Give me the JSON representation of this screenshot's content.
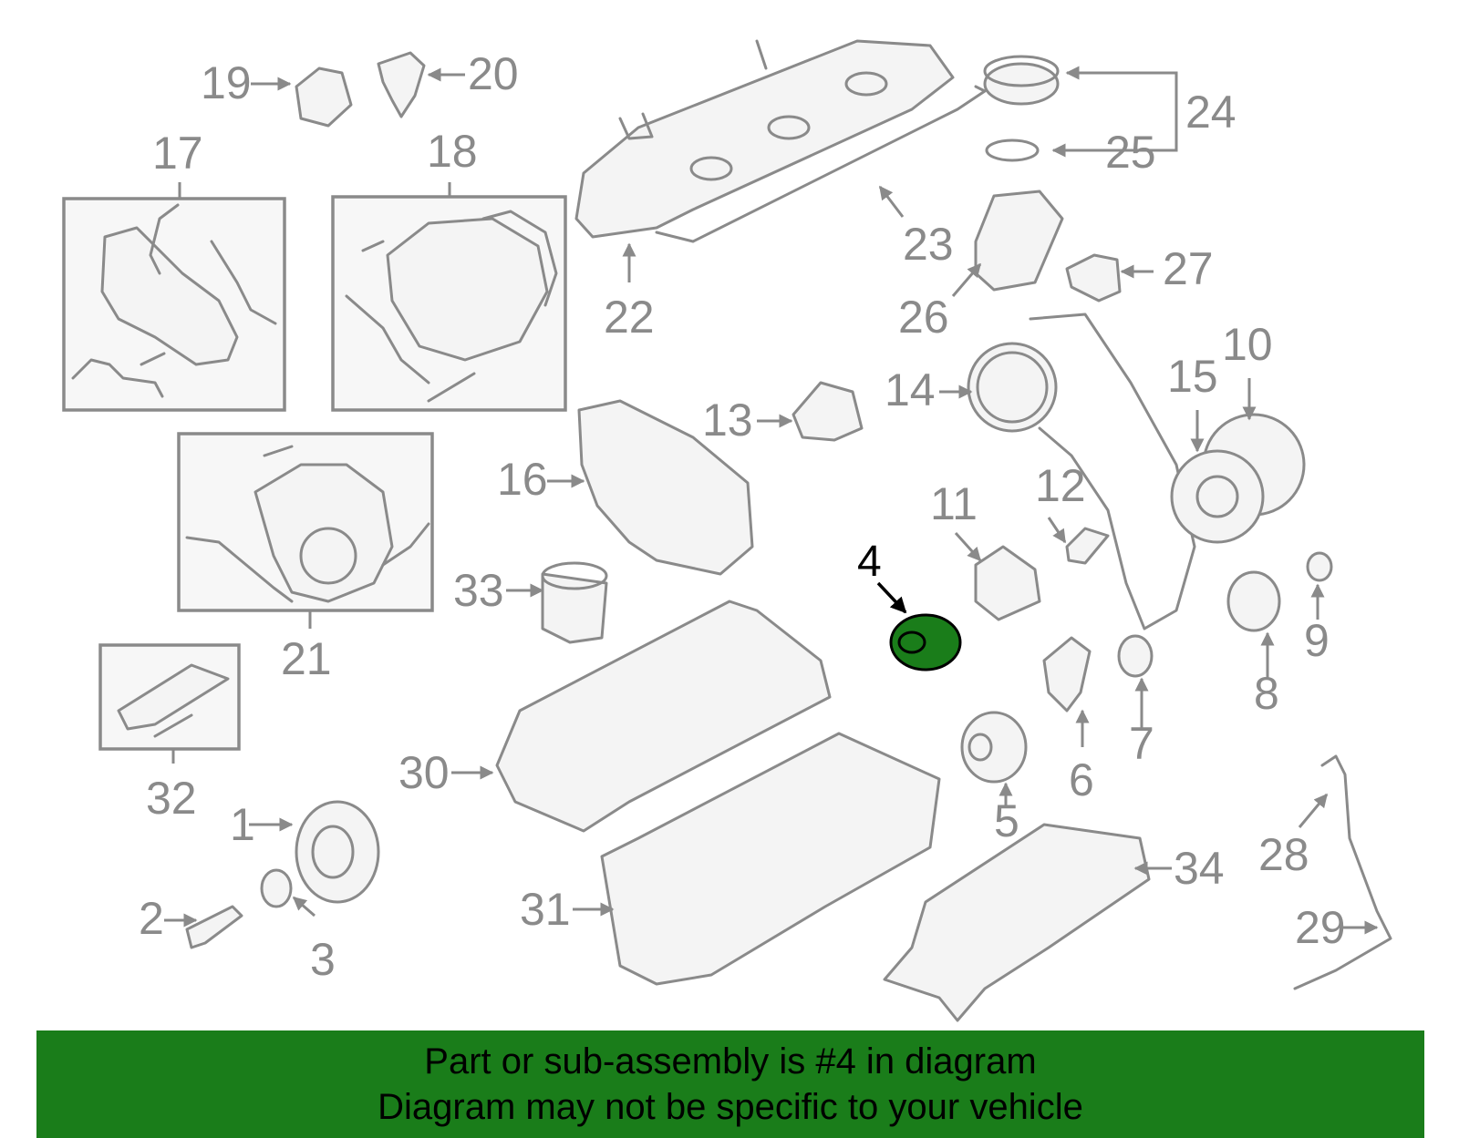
{
  "highlight": {
    "label": "4",
    "color": "#1a7d1a"
  },
  "callouts": [
    "1",
    "2",
    "3",
    "5",
    "6",
    "7",
    "8",
    "9",
    "10",
    "11",
    "12",
    "13",
    "14",
    "15",
    "16",
    "17",
    "18",
    "19",
    "20",
    "21",
    "22",
    "23",
    "24",
    "25",
    "26",
    "27",
    "28",
    "29",
    "30",
    "31",
    "32",
    "33",
    "34"
  ],
  "banner": {
    "line1": "Part or sub-assembly is #4 in diagram",
    "line2": "Diagram may not be specific to your vehicle",
    "color": "#1a7d1a"
  }
}
